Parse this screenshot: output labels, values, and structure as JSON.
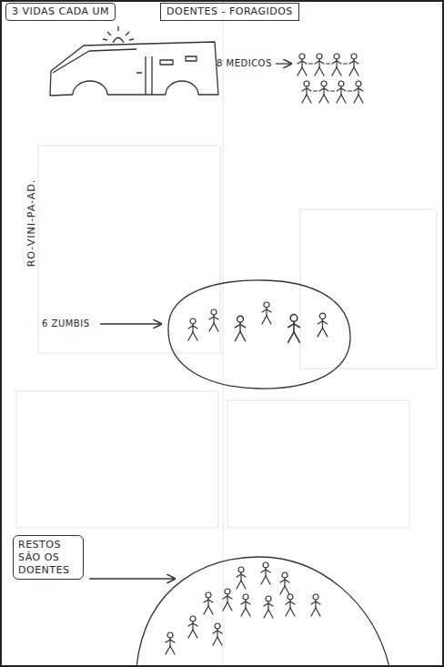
{
  "diagram": {
    "nodes": [
      {
        "text": [
          "3 VIDAS CADA UM"
        ]
      },
      {
        "text": [
          "DOENTES - FORAGIDOS"
        ]
      },
      {
        "text": [
          "RESTOS SÃO OS DOENTES"
        ]
      }
    ],
    "labels": [
      "8 MEDICOS",
      "6 ZUMBIS",
      "RO-VINI-PA-AD."
    ]
  }
}
